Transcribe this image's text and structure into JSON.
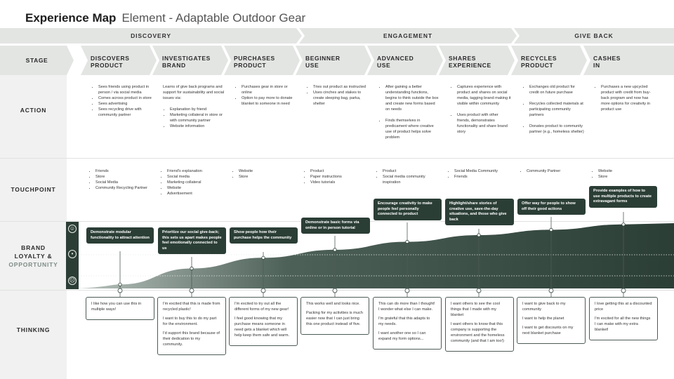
{
  "title": {
    "main": "Experience Map",
    "sub": "Element - Adaptable Outdoor Gear"
  },
  "phases": [
    "DISCOVERY",
    "ENGAGEMENT",
    "GIVE BACK"
  ],
  "row_labels": {
    "stage": "STAGE",
    "action": "ACTION",
    "touchpoint": "TOUCHPOINT",
    "brand_line1": "BRAND",
    "brand_line2": "LOYALTY &",
    "brand_line3": "OPPORTUNITY",
    "thinking": "THINKING"
  },
  "stages": [
    {
      "l1": "DISCOVERS",
      "l2": "PRODUCT"
    },
    {
      "l1": "INVESTIGATES",
      "l2": "BRAND"
    },
    {
      "l1": "PURCHASES",
      "l2": "PRODUCT"
    },
    {
      "l1": "BEGINNER",
      "l2": "USE"
    },
    {
      "l1": "ADVANCED",
      "l2": "USE"
    },
    {
      "l1": "SHARES",
      "l2": "EXPERIENCE"
    },
    {
      "l1": "RECYCLES",
      "l2": "PRODUCT"
    },
    {
      "l1": "CASHES",
      "l2": "IN"
    }
  ],
  "actions": [
    {
      "intro": "",
      "items": [
        "Sees friends using product in person / via social media",
        "Comes across product in store",
        "Sees advertising",
        "Sees recycling drive with community partner"
      ],
      "outro": ""
    },
    {
      "intro": "Learns of give back programs and support for sustainability and social issues via:",
      "items": [
        "Explanation by friend",
        "Marketing collateral in store or with community partner",
        "Website information"
      ],
      "outro": ""
    },
    {
      "intro": "",
      "items": [
        "Purchases gear in store or online",
        "Option to pay more to donate blanket to someone in need"
      ],
      "outro": ""
    },
    {
      "intro": "",
      "items": [
        "Tries out product as instructed",
        "Uses cinches and stakes to create sleeping bag, parka, shelter"
      ],
      "outro": ""
    },
    {
      "intro": "",
      "items": [
        "After gaining a better understanding functions, begins to think outside the box and create new forms based on needs",
        "Finds themselves in predicament where creative use of product helps solve problem"
      ],
      "outro": ""
    },
    {
      "intro": "",
      "items": [
        "Captures experience with product and shares on social media, tagging brand making it visible within community",
        "Uses product with other friends, demonstrates functionality and share brand story"
      ],
      "outro": ""
    },
    {
      "intro": "",
      "items": [
        "Exchanges old product for credit on future purchase",
        "Recycles collected materials at participating community partners",
        "Donates product to community partner (e.g., homeless shelter)"
      ],
      "outro": ""
    },
    {
      "intro": "",
      "items": [
        "Purchases a new upcycled product with credit from buy-back program and now has more options for creativity in product use"
      ],
      "outro": ""
    }
  ],
  "touchpoints": [
    [
      "Friends",
      "Store",
      "Social Media",
      "Community Recycling Partner"
    ],
    [
      "Friend's explanation",
      "Social media",
      "Marketing collateral",
      "Website",
      "Advertisement"
    ],
    [
      "Website",
      "Store"
    ],
    [
      "Product",
      "Paper instructions",
      "Video tutorials"
    ],
    [
      "Product",
      "Social media community inspiration"
    ],
    [
      "Social Media Community",
      "Friends"
    ],
    [
      "Community Partner"
    ],
    [
      "Website",
      "Store"
    ]
  ],
  "opportunities": [
    "Demonstrate modular functionality to attract attention",
    "Prioritize our social give-back; this sets us apart makes people feel emotionally connected to us",
    "Show people how their purchase helps the community",
    "Demonstrate basic forms via online or in person tutorial",
    "Encourage creativity to make people feel personally connected to product",
    "Highlight/share stories of creative use, save-the-day situations, and those who give back",
    "Offer way for people to show off their good actions",
    "Provide examples of how to use multiple products to create  extravagant forms"
  ],
  "loyalty_levels": [
    0.06,
    0.3,
    0.46,
    0.58,
    0.7,
    0.8,
    0.88,
    0.96
  ],
  "thinking": [
    [
      "I like how you can use this in multiple ways!"
    ],
    [
      "I'm excited that this is made from recycled plastic!",
      "I want to buy this to do my part for the environment.",
      "I'd support this brand because of their dedication to my community."
    ],
    [
      "I'm excited to try out all the different forms of my new gear!",
      "I feel good knowing that my purchase means someone in need gets a blanket which will help keep them safe and warm."
    ],
    [
      "This works well and looks nice.",
      "Packing for my activities is much easier now that I can just bring this one product instead of five."
    ],
    [
      "This can do more than I thought! I wonder what else I can make.",
      "I'm grateful that this adapts to my needs.",
      "I want another one so I can expand my form options..."
    ],
    [
      "I want others to see the cool things that I made with my blanket",
      "I want others to know that this company is supporting the environment and the homeless community (and that I am too!)"
    ],
    [
      "I want to give back to my community",
      "I want to help the planet",
      "I want to get discounts on my next blanket purchase"
    ],
    [
      "I love getting this at a discounted price",
      "I'm excited for all the new things I can make with my extra blanket!"
    ]
  ],
  "icons": {
    "happy": "smile-face-icon",
    "neutral": "neutral-face-icon",
    "sad": "frown-face-icon"
  },
  "colors": {
    "accent": "#2b3e36",
    "band": "#e3e5e3"
  }
}
